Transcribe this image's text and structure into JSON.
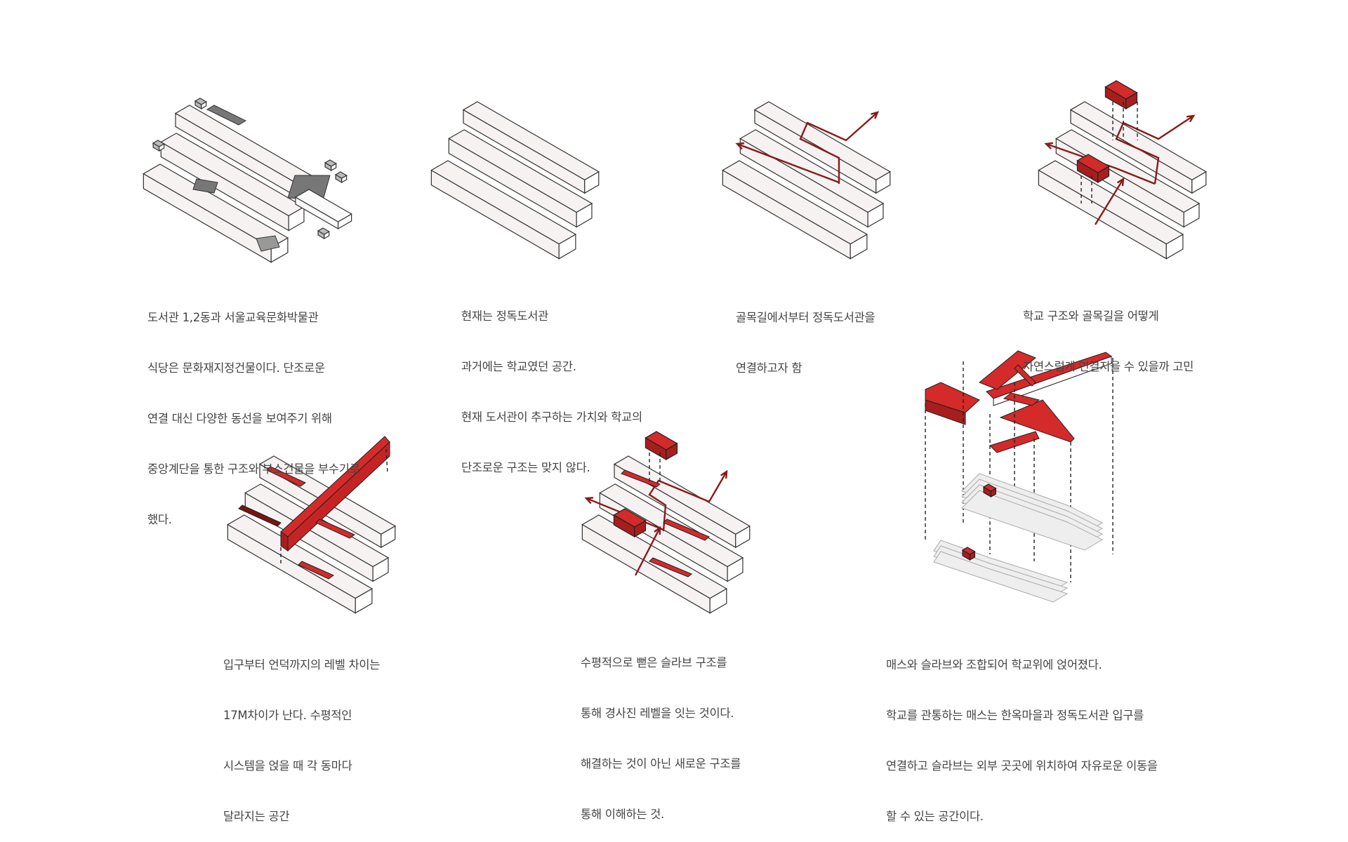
{
  "colors": {
    "accent": "#d42a2a",
    "route": "#8a1a1a",
    "block_fill": "#f6f2f2",
    "block_stroke": "#333333",
    "existing_dark": "#777777"
  },
  "captions": [
    {
      "lines": [
        "도서관 1,2동과 서울교육문화박물관",
        "식당은 문화재지정건물이다. 단조로운",
        "연결 대신 다양한 동선을 보여주기 위해",
        "중앙계단을 통한 구조와 부소건물을 부수기로",
        "했다."
      ]
    },
    {
      "lines": [
        "현재는 정독도서관",
        "과거에는 학교였던 공간.",
        "현재 도서관이 추구하는 가치와 학교의",
        "단조로운 구조는 맞지 않다."
      ]
    },
    {
      "lines": [
        "골목길에서부터 정독도서관을",
        "연결하고자 함"
      ]
    },
    {
      "lines": [
        "학교 구조와 골목길을 어떻게",
        "자연스럽게 연결지을 수 있을까 고민"
      ]
    },
    {
      "lines": [
        "입구부터 언덕까지의 레벨 차이는",
        "17M차이가 난다. 수평적인",
        "시스템을 얹을 때 각 동마다",
        "달라지는 공간"
      ]
    },
    {
      "lines": [
        "수평적으로 뻗은 슬라브 구조를",
        "통해 경사진 레벨을 잇는 것이다.",
        "해결하는 것이 아닌 새로운 구조를",
        "통해 이해하는 것."
      ]
    },
    {
      "lines": [
        "매스와 슬라브와 조합되어 학교위에 얹어졌다.",
        "학교를 관통하는 매스는 한옥마을과 정독도서관 입구를",
        "연결하고 슬라브는 외부 곳곳에 위치하여 자유로운 이동을",
        "할 수 있는 공간이다."
      ]
    }
  ]
}
